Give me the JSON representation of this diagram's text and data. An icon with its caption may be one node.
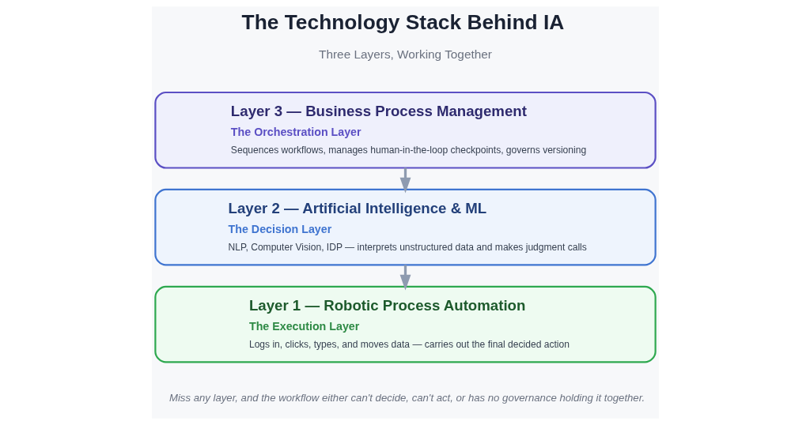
{
  "diagram": {
    "title": "The Technology Stack Behind IA",
    "caption": "Miss any layer, and the workflow either can't decide, can't act, or has no governance holding it together.",
    "nodes": [
      {
        "text": [
          "Layer 3 — Business Process Management",
          "The Orchestration Layer",
          "Sequences workflows, manages human-in-the-loop checkpoints, governs versioning"
        ]
      },
      {
        "text": [
          "Layer 2 — Artificial Intelligence & ML",
          "The Decision Layer",
          "NLP, Computer Vision, IDP — interprets unstructured data and makes judgment calls"
        ]
      },
      {
        "text": [
          "Layer 1 — Robotic Process Automation",
          "The Execution Layer",
          "Logs in, clicks, types, and moves data — carries out the final decided action"
        ]
      }
    ],
    "edges": [
      {
        "from": 0,
        "to": 1,
        "arrow": "to"
      },
      {
        "from": 1,
        "to": 2,
        "arrow": "to"
      }
    ],
    "labels": [
      "Three Layers, Working Together"
    ]
  }
}
